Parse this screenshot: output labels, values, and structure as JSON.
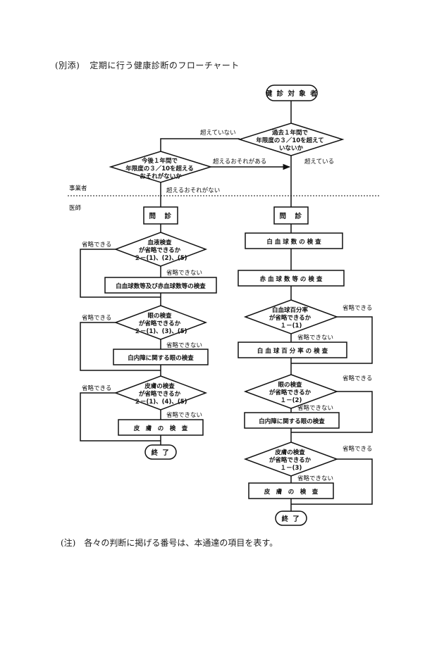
{
  "header": {
    "label": "(別添)",
    "title": "定期に行う健康診断のフローチャート"
  },
  "note": {
    "label": "(注)",
    "text": "各々の判断に掲げる番号は、本通達の項目を表す。"
  },
  "lanes": {
    "employer": "事業者",
    "physician": "医師"
  },
  "nodes": {
    "start": "健 診 対 象 者",
    "d_past": [
      "過去１年間で",
      "年限度の３／10を超えて",
      "いないか"
    ],
    "d_future": [
      "今後１年間で",
      "年限度の３／10を超える",
      "おそれがないか"
    ],
    "left_interview": "問　診",
    "left_d_blood": [
      "血液検査",
      "が省略できるか",
      "２－(1)、(2)、(5)"
    ],
    "left_blood_exam": "白血球数等及び赤血球数等の検査",
    "left_d_eye": [
      "眼の検査",
      "が省略できるか",
      "２－(1)、(3)、(5)"
    ],
    "left_eye_exam": "白内障に関する眼の検査",
    "left_d_skin": [
      "皮膚の検査",
      "が省略できるか",
      "２－(1)、(4)、(5)"
    ],
    "left_skin_exam": "皮　膚　の　検　査",
    "left_end": "終 了",
    "right_interview": "問　診",
    "right_wbc": "白 血 球 数 の 検 査",
    "right_rbc": "赤 血 球 数 等 の 検 査",
    "right_d_diff": [
      "白血球百分率",
      "が省略できるか",
      "１－(1)"
    ],
    "right_diff_exam": "白 血 球 百 分 率 の 検 査",
    "right_d_eye": [
      "眼の検査",
      "が省略できるか",
      "１－(2)"
    ],
    "right_eye_exam": "白内障に関する眼の検査",
    "right_d_skin": [
      "皮膚の検査",
      "が省略できるか",
      "１－(3)"
    ],
    "right_skin_exam": "皮　膚　の　検　査",
    "right_end": "終 了"
  },
  "edge_labels": {
    "not_exceed": "超えていない",
    "exceed": "超えている",
    "may_exceed": "超えるおそれがある",
    "no_risk": "超えるおそれがない",
    "can_omit": "省略できる",
    "cannot_omit": "省略できない"
  }
}
